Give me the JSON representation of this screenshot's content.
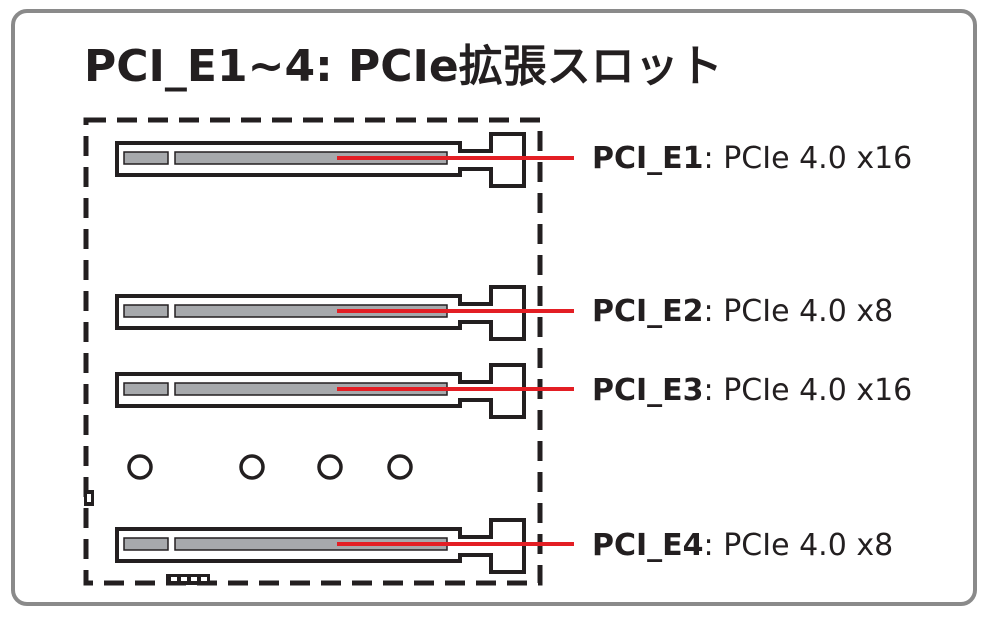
{
  "title": "PCI_E1~4: PCIe拡張スロット",
  "colors": {
    "frame": "#8a8a8a",
    "ink": "#231f20",
    "slot_fill": "#a7a9ac",
    "leader": "#e31e24"
  },
  "slots": [
    {
      "name": "PCI_E1",
      "separator": ":",
      "spec": " PCIe 4.0 x16"
    },
    {
      "name": "PCI_E2",
      "separator": ":",
      "spec": " PCIe 4.0 x8"
    },
    {
      "name": "PCI_E3",
      "separator": ":",
      "spec": " PCIe 4.0 x16"
    },
    {
      "name": "PCI_E4",
      "separator": ":",
      "spec": " PCIe 4.0 x8"
    }
  ]
}
